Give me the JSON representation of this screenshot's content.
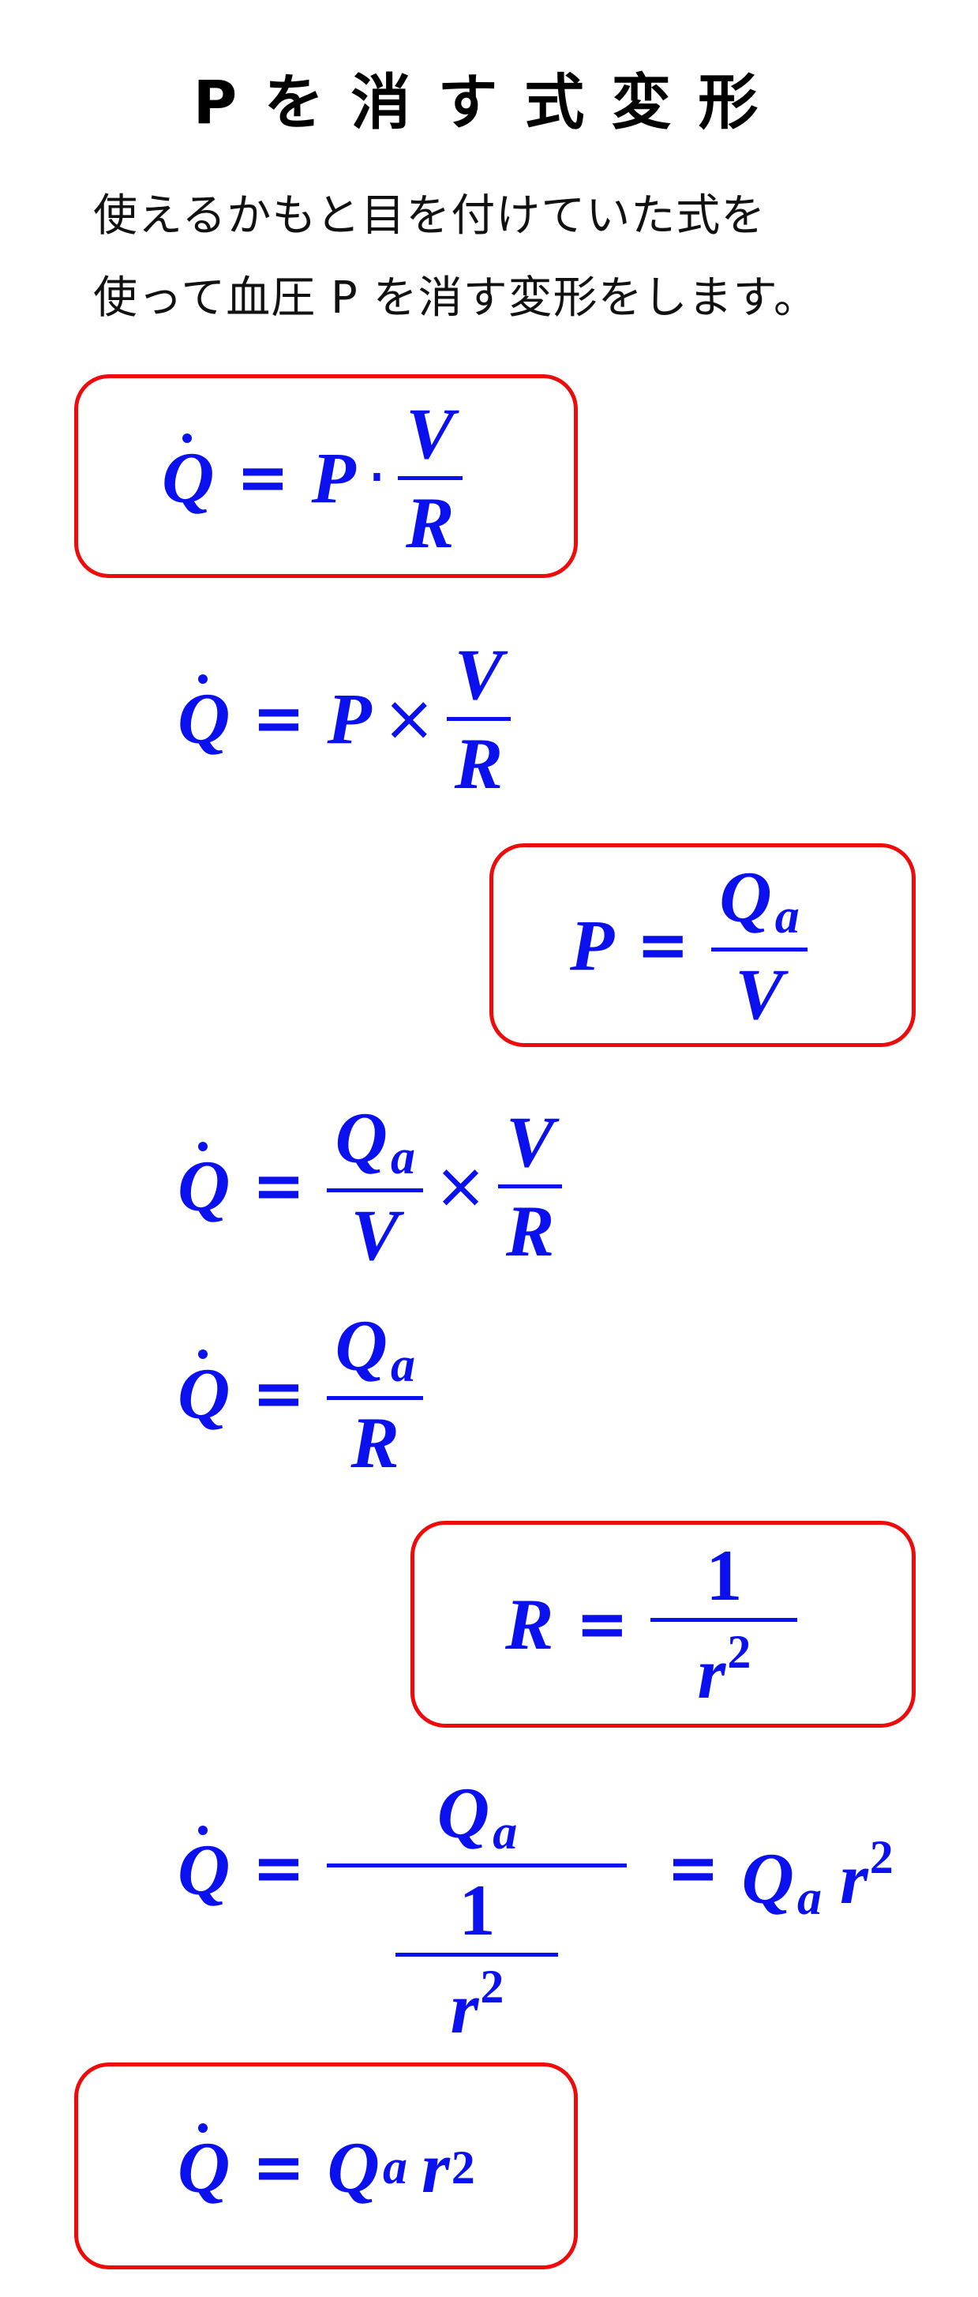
{
  "title": "Pを消す式変形",
  "intro": [
    "使えるかもと目を付けていた式を",
    "使って血圧 P を消す変形をします。"
  ],
  "symbols": {
    "Q": "Q",
    "P": "P",
    "V": "V",
    "R": "R",
    "a": "a",
    "r": "r",
    "two": "2",
    "one": "1",
    "eq": "=",
    "times": "×",
    "dot": "·"
  },
  "colors": {
    "math": "#0a10ee",
    "box_border": "#ee0b0b"
  }
}
